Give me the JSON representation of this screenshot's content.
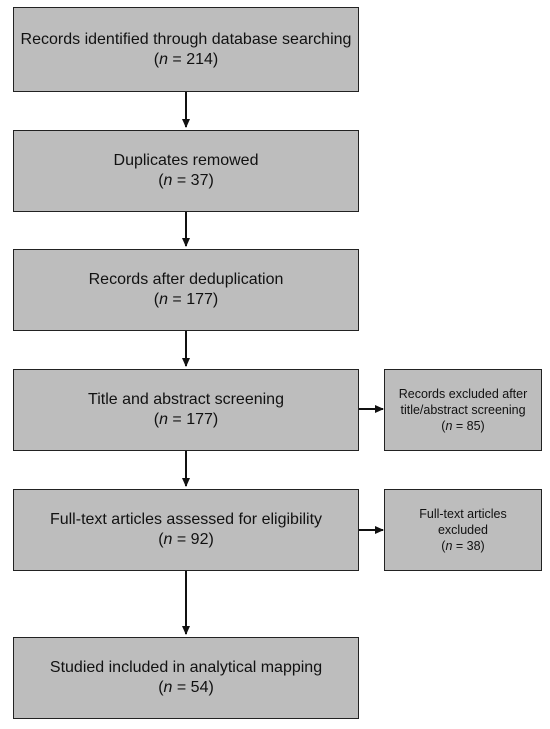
{
  "stages": [
    {
      "label": "Records identified through database searching",
      "n": "214"
    },
    {
      "label": "Duplicates remowed",
      "n": "37"
    },
    {
      "label": "Records after deduplication",
      "n": "177"
    },
    {
      "label": "Title and abstract screening",
      "n": "177"
    },
    {
      "label": "Full-text articles assessed for eligibility",
      "n": "92"
    },
    {
      "label": "Studied included in analytical mapping",
      "n": "54"
    }
  ],
  "exclusions": [
    {
      "label": "Records excluded after title/abstract screening",
      "n": "85"
    },
    {
      "label": "Full-text articles excluded",
      "n": "38"
    }
  ],
  "count_symbol": "n",
  "count_operator": " = ",
  "colors": {
    "box_fill": "#bdbdbd",
    "box_border": "#222222",
    "arrow": "#111111"
  }
}
